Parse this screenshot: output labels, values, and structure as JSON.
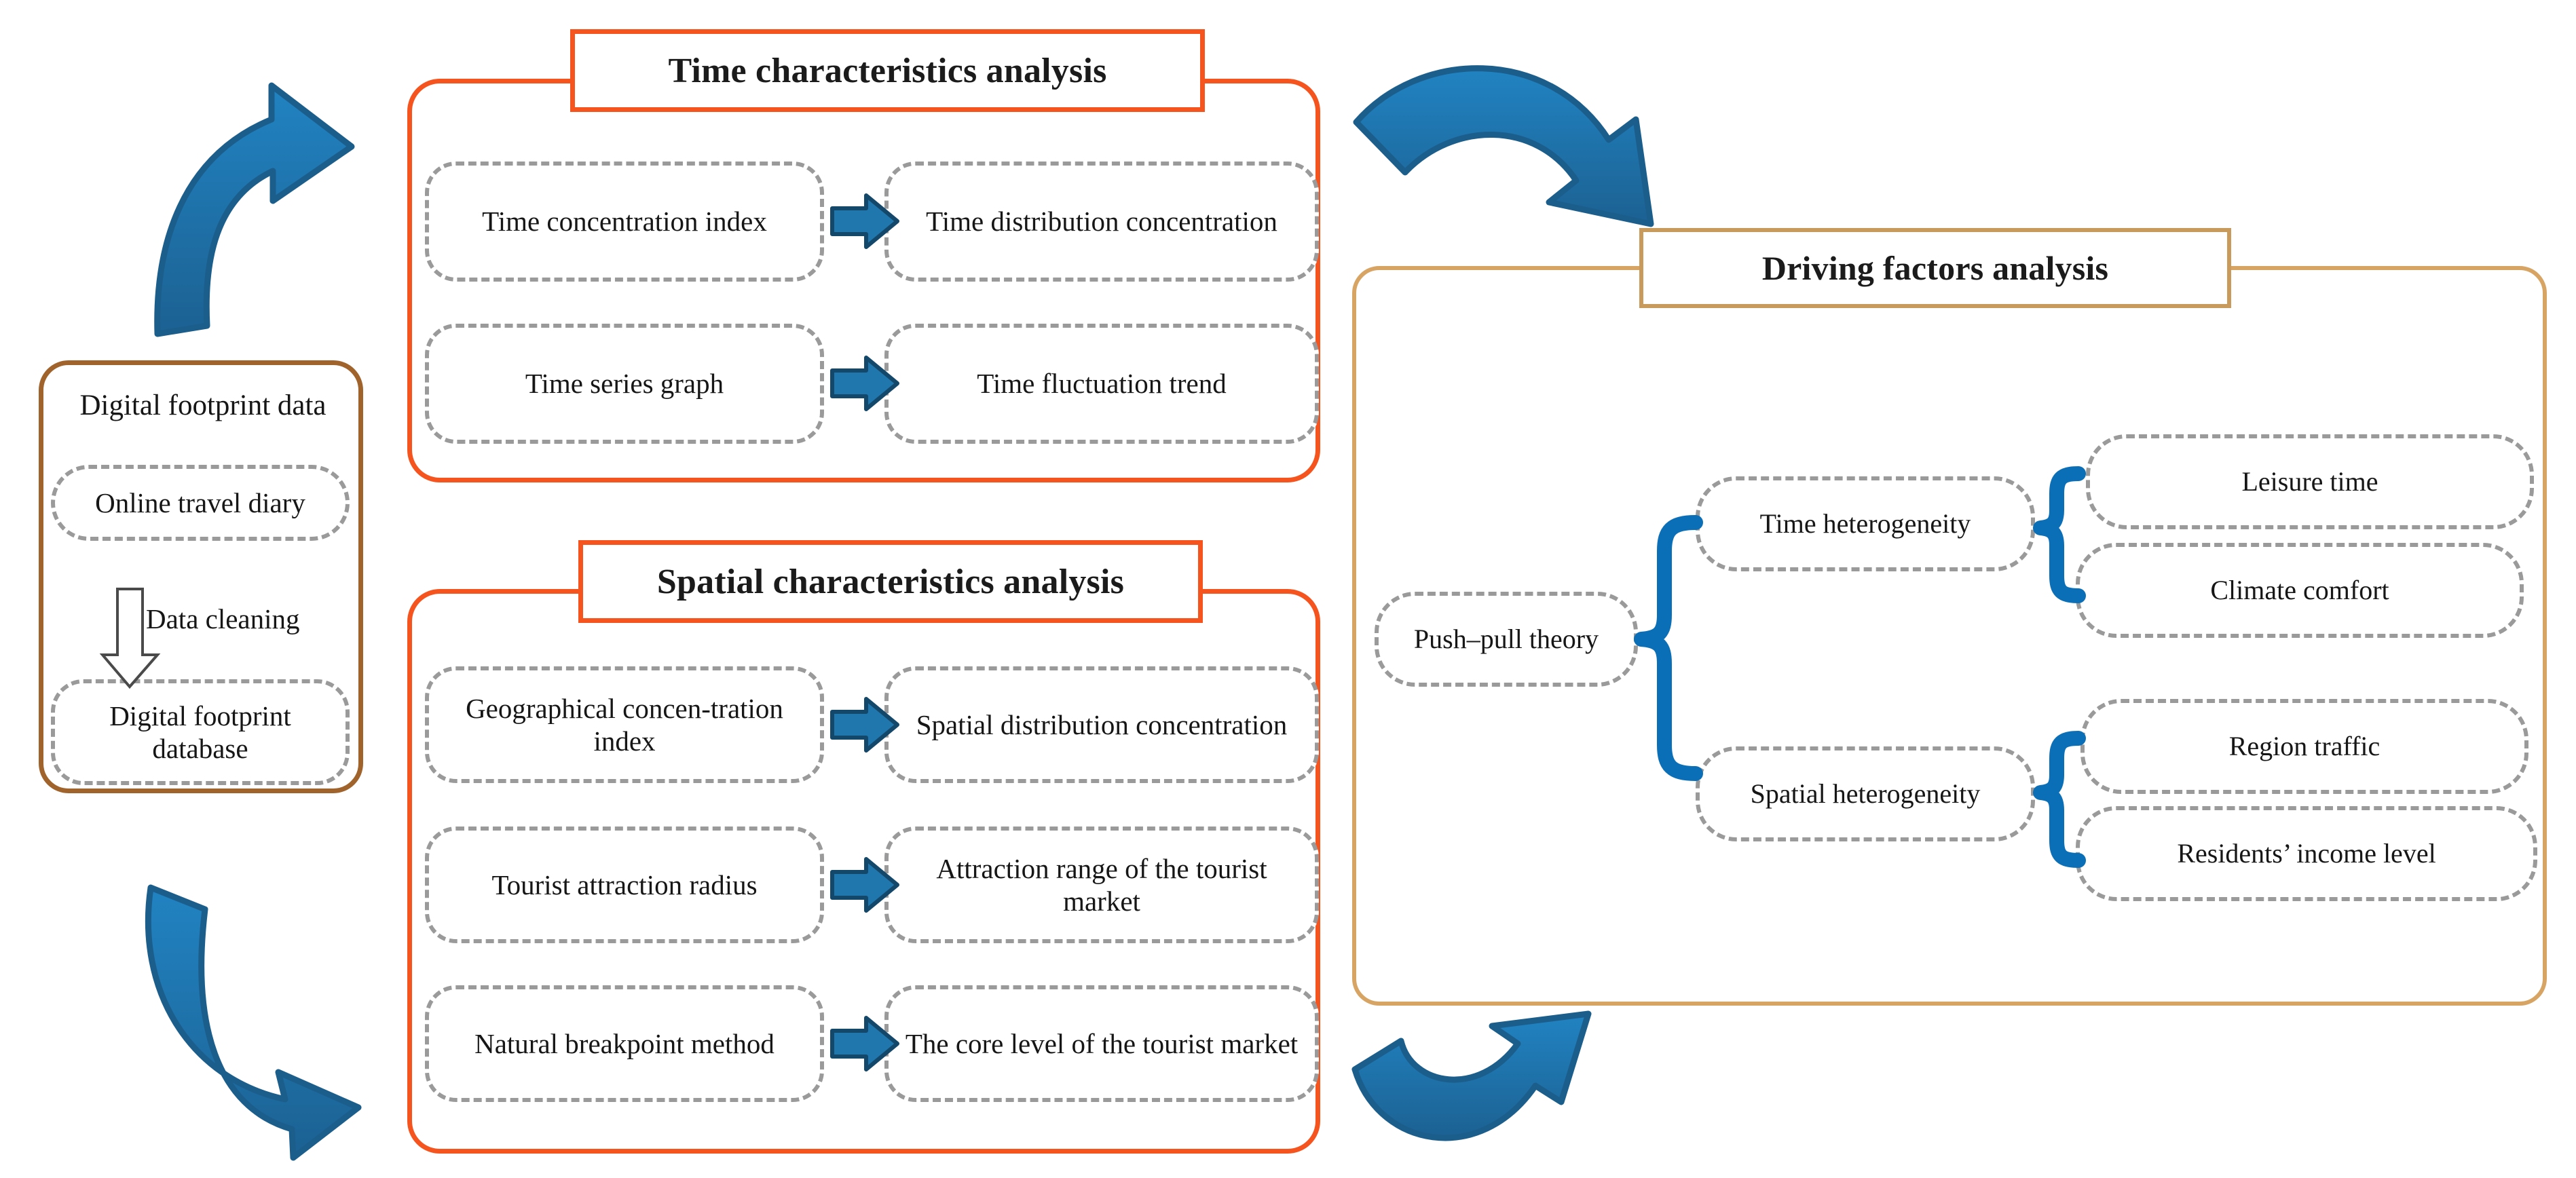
{
  "diagram": {
    "title": "Digital footprint research framework",
    "colors": {
      "orange_border": "#F6541F",
      "tan_border": "#D7A464",
      "brown_border": "#A0632B",
      "node_dash": "#9a9a9a",
      "arrow_blue": "#1F6FA8",
      "arrow_blue_light": "#2083C0",
      "bracket_blue": "#0B6FB8",
      "text": "#161616",
      "background": "#FFFFFF"
    }
  },
  "data_panel": {
    "heading": "Digital footprint data",
    "source_node": "Online travel diary",
    "process_label": "Data cleaning",
    "output_node": "Digital footprint database"
  },
  "time_panel": {
    "title": "Time characteristics analysis",
    "rows": [
      {
        "method": "Time concentration index",
        "result": "Time distribution concentration"
      },
      {
        "method": "Time series graph",
        "result": "Time fluctuation trend"
      }
    ]
  },
  "spatial_panel": {
    "title": "Spatial characteristics analysis",
    "rows": [
      {
        "method": "Geographical concen-­tration index",
        "result": "Spatial distribution concentration"
      },
      {
        "method": "Tourist attraction radius",
        "result": "Attraction range of the tourist market"
      },
      {
        "method": "Natural breakpoint method",
        "result": "The core level of the tourist market"
      }
    ]
  },
  "driving_panel": {
    "title": "Driving factors analysis",
    "root": "Push–pull theory",
    "branches": [
      {
        "label": "Time heterogeneity",
        "leaves": [
          "Leisure time",
          "Climate comfort"
        ]
      },
      {
        "label": "Spatial heterogeneity",
        "leaves": [
          "Region traffic",
          "Residents’ income level"
        ]
      }
    ]
  },
  "connectors": {
    "inline_arrow_icon": "right-block-arrow",
    "flow_arrow_icon": "curved-block-arrow",
    "process_arrow_icon": "hollow-down-arrow",
    "brace_icon": "curly-brace"
  }
}
